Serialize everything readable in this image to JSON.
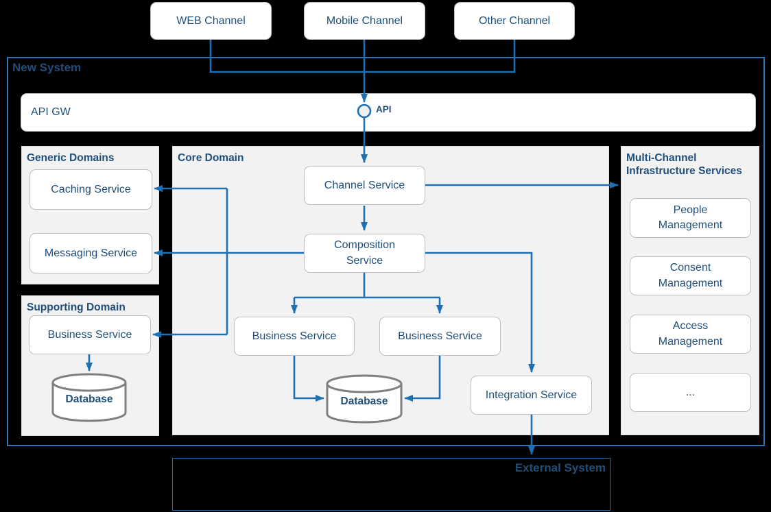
{
  "colors": {
    "background": "#000000",
    "connector_blue": "#1F6FB5",
    "boundary_blue": "#2E75B6",
    "text_blue": "#1F4E79",
    "panel_gray": "#F2F2F2",
    "node_fill": "#FFFFFF",
    "node_border_gray": "#BFBFBF",
    "cylinder_gray": "#7F7F7F"
  },
  "channels": [
    {
      "label": "WEB Channel"
    },
    {
      "label": "Mobile Channel"
    },
    {
      "label": "Other Channel"
    }
  ],
  "new_system": {
    "title": "New System",
    "api_gateway": {
      "label": "API GW",
      "interface": "API"
    },
    "generic_domains": {
      "title": "Generic Domains",
      "services": [
        {
          "label": "Caching Service"
        },
        {
          "label": "Messaging Service"
        }
      ]
    },
    "supporting_domain": {
      "title": "Supporting Domain",
      "service": {
        "label": "Business Service"
      },
      "database": {
        "label": "Database"
      }
    },
    "core_domain": {
      "title": "Core Domain",
      "channel_service": {
        "label": "Channel Service"
      },
      "composition_service": {
        "label": "Composition Service"
      },
      "business_services": [
        {
          "label": "Business Service"
        },
        {
          "label": "Business Service"
        }
      ],
      "database": {
        "label": "Database"
      },
      "integration_service": {
        "label": "Integration Service"
      }
    },
    "multi_channel_infrastructure": {
      "title": "Multi-Channel Infrastructure Services",
      "services": [
        {
          "label": "People Management"
        },
        {
          "label": "Consent Management"
        },
        {
          "label": "Access Management"
        },
        {
          "label": "..."
        }
      ]
    }
  },
  "external_system": {
    "title": "External System"
  }
}
